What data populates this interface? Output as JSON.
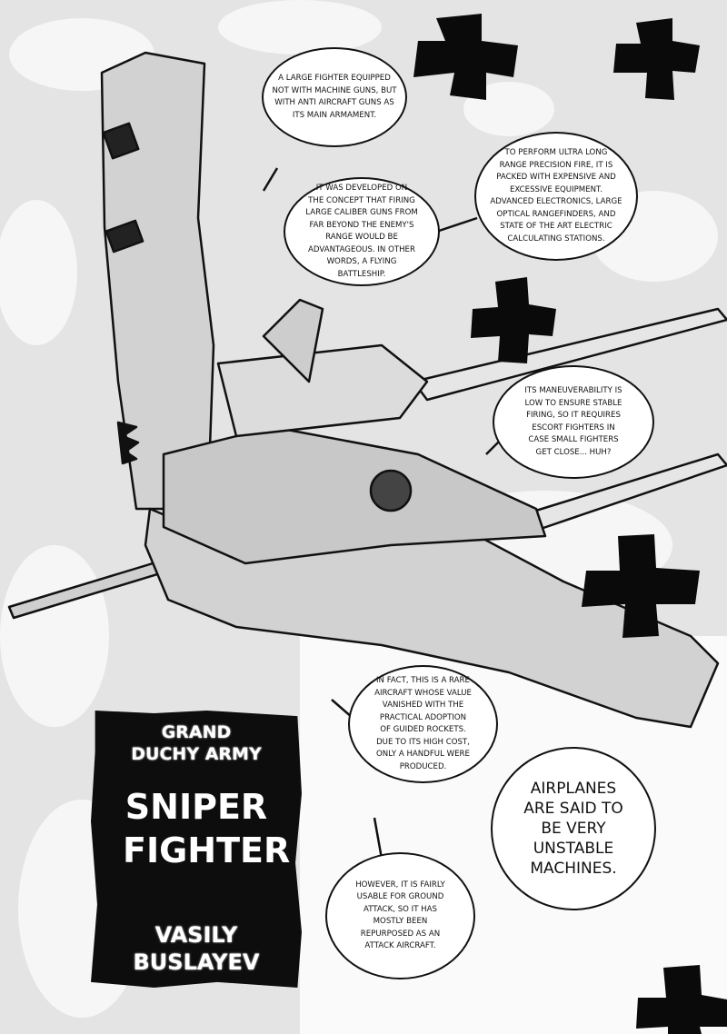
{
  "title_block": {
    "faction": "GRAND DUCHY ARMY",
    "name": "SNIPER FIGHTER",
    "author": "VASILY BUSLAYEV"
  },
  "bubbles": [
    "A LARGE FIGHTER EQUIPPED\nNOT WITH MACHINE GUNS, BUT\nWITH ANTI AIRCRAFT GUNS AS\nITS MAIN ARMAMENT.",
    "IT WAS DEVELOPED ON\nTHE CONCEPT THAT FIRING\nLARGE CALIBER GUNS FROM\nFAR BEYOND THE ENEMY'S\nRANGE WOULD BE\nADVANTAGEOUS. IN OTHER\nWORDS, A FLYING\nBATTLESHIP.",
    "TO PERFORM ULTRA LONG\nRANGE PRECISION FIRE, IT IS\nPACKED WITH EXPENSIVE AND\nEXCESSIVE EQUIPMENT.\nADVANCED ELECTRONICS, LARGE\nOPTICAL RANGEFINDERS, AND\nSTATE OF THE ART ELECTRIC\nCALCULATING STATIONS.",
    "ITS MANEUVERABILITY IS\nLOW TO ENSURE STABLE\nFIRING, SO IT REQUIRES\nESCORT FIGHTERS IN\nCASE SMALL FIGHTERS\nGET CLOSE... HUH?",
    "IN FACT, THIS IS A RARE\nAIRCRAFT WHOSE VALUE\nVANISHED WITH THE\nPRACTICAL ADOPTION\nOF GUIDED ROCKETS.\nDUE TO ITS HIGH COST,\nONLY A HANDFUL WERE\nPRODUCED.",
    "AIRPLANES\nARE SAID TO\nBE VERY\nUNSTABLE\nMACHINES.",
    "HOWEVER, IT IS FAIRLY\nUSABLE FOR GROUND\nATTACK, SO IT HAS\nMOSTLY BEEN\nREPURPOSED AS AN\nATTACK AIRCRAFT."
  ],
  "colors": {
    "ink": "#111111",
    "sky": "#e4e4e4",
    "airframe": "#d2d2d2"
  }
}
